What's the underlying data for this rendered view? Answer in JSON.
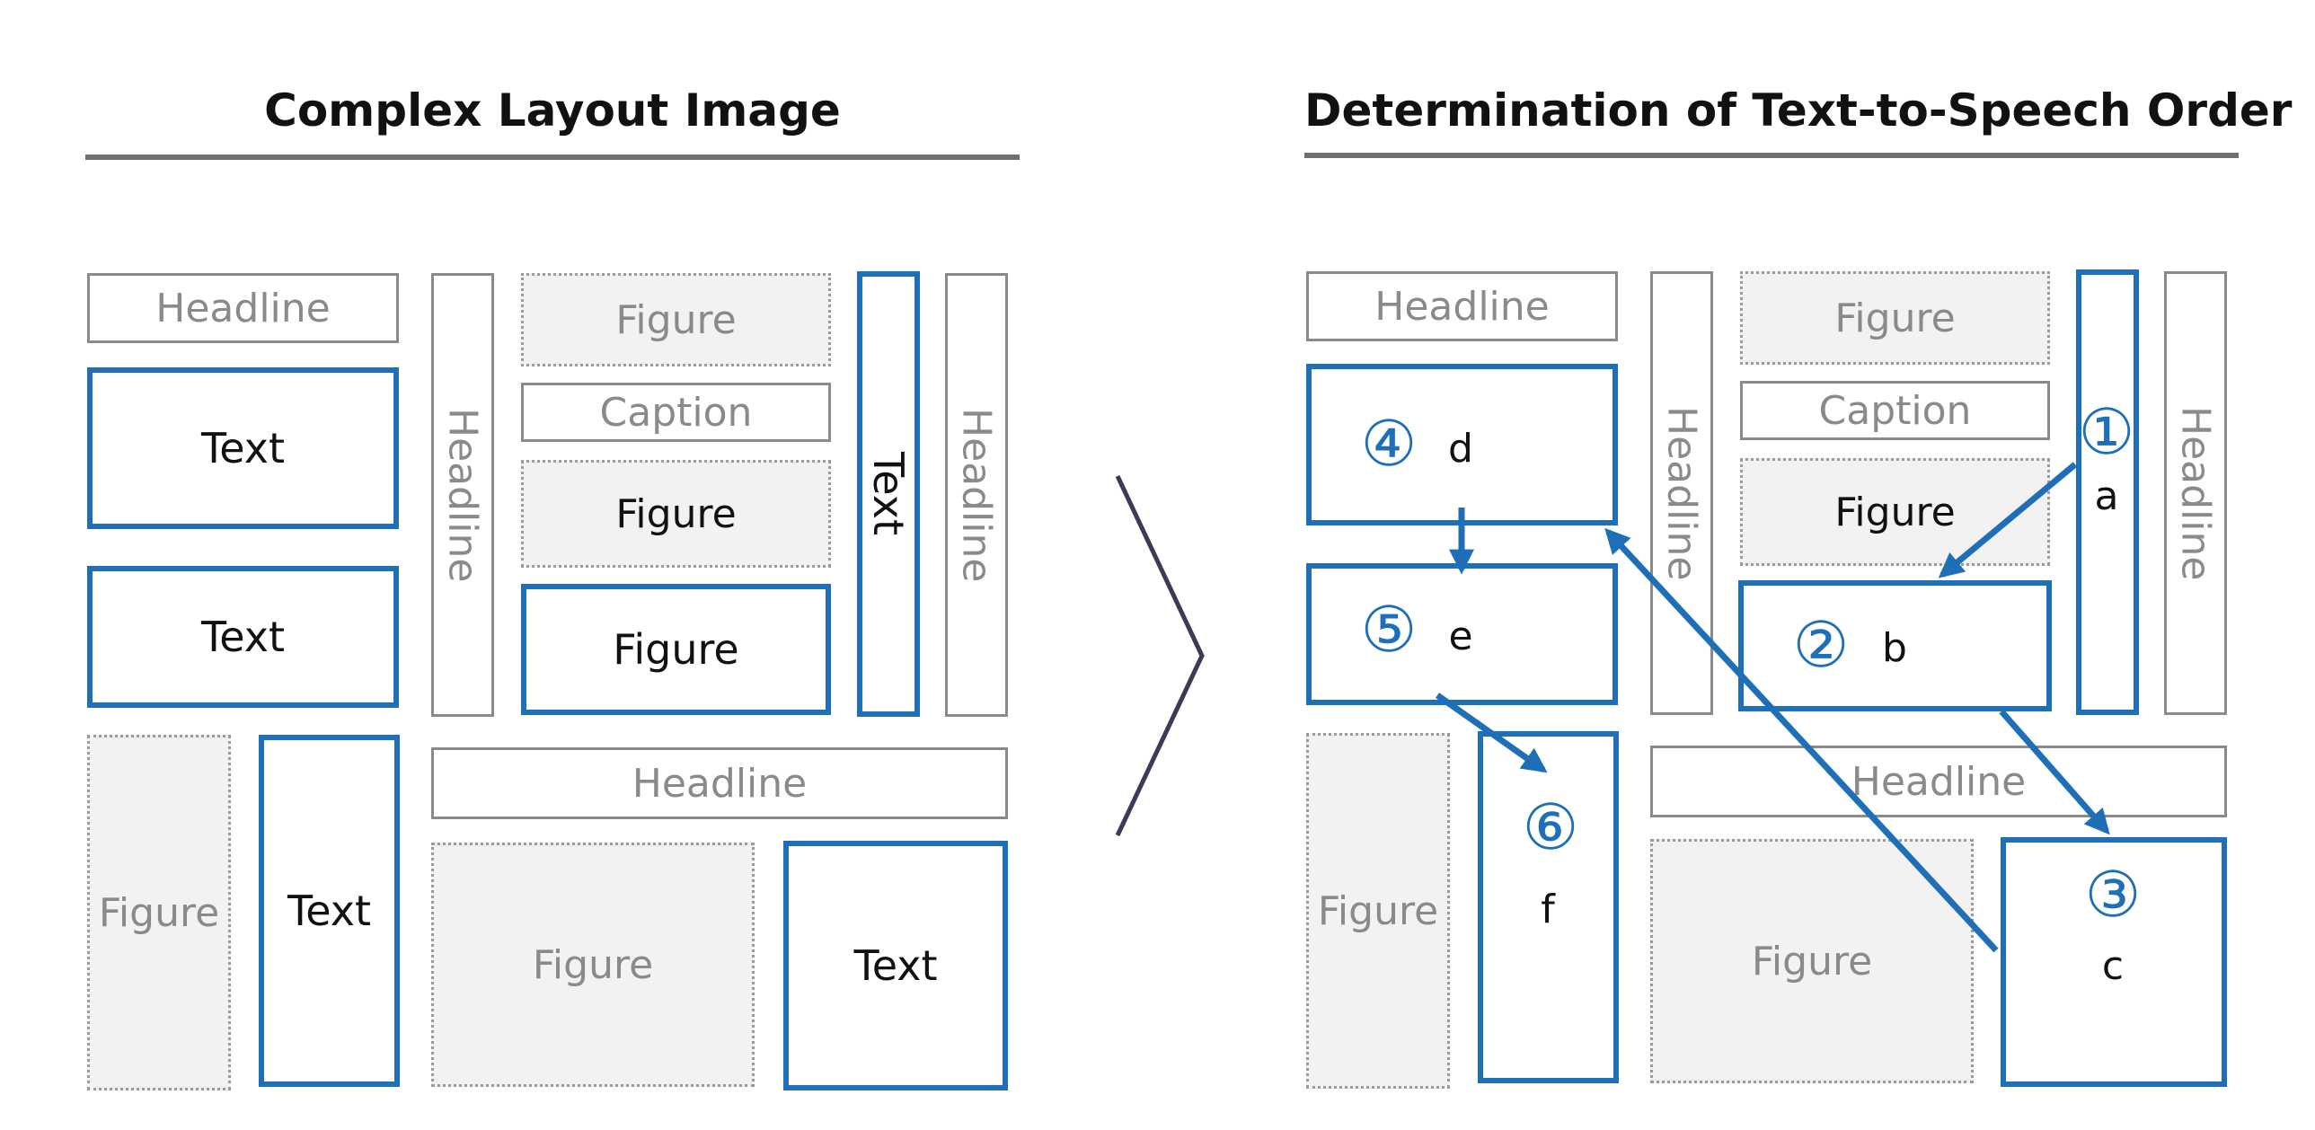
{
  "left": {
    "title": "Complex Layout Image",
    "labels": {
      "headline": "Headline",
      "figure": "Figure",
      "caption": "Caption",
      "text": "Text"
    }
  },
  "right": {
    "title": "Determination of Text-to-Speech Order",
    "labels": {
      "headline": "Headline",
      "figure": "Figure",
      "caption": "Caption"
    },
    "order": [
      {
        "num": "①",
        "letter": "a"
      },
      {
        "num": "②",
        "letter": "b"
      },
      {
        "num": "③",
        "letter": "c"
      },
      {
        "num": "④",
        "letter": "d"
      },
      {
        "num": "⑤",
        "letter": "e"
      },
      {
        "num": "⑥",
        "letter": "f"
      }
    ]
  },
  "colors": {
    "accent": "#1f6fb8",
    "gray_border": "#8a8a8a",
    "figure_fill": "#f2f2f2",
    "rule": "#6f6f6f",
    "chevron": "#3b3b55"
  }
}
